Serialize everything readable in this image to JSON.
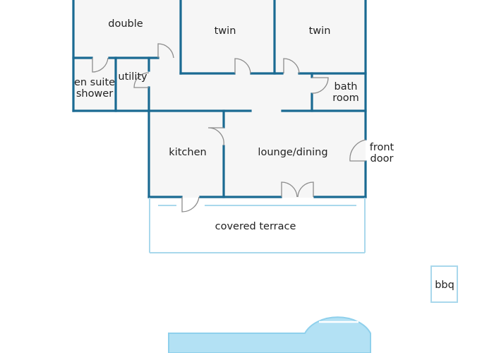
{
  "rooms": {
    "double": "double",
    "twin_1": "twin",
    "twin_2": "twin",
    "ensuite": "en suite\nshower",
    "utility": "utility",
    "bathroom": "bath\nroom",
    "kitchen": "kitchen",
    "lounge": "lounge/dining",
    "front_door": "front\ndoor",
    "terrace": "covered terrace",
    "bbq": "bbq"
  },
  "colors": {
    "wall": "#1a6a92",
    "room_fill": "#f6f6f6",
    "outdoor_outline": "#a9d8ec",
    "pool": "#b3e1f4",
    "door_swing": "#8c8c8c"
  }
}
